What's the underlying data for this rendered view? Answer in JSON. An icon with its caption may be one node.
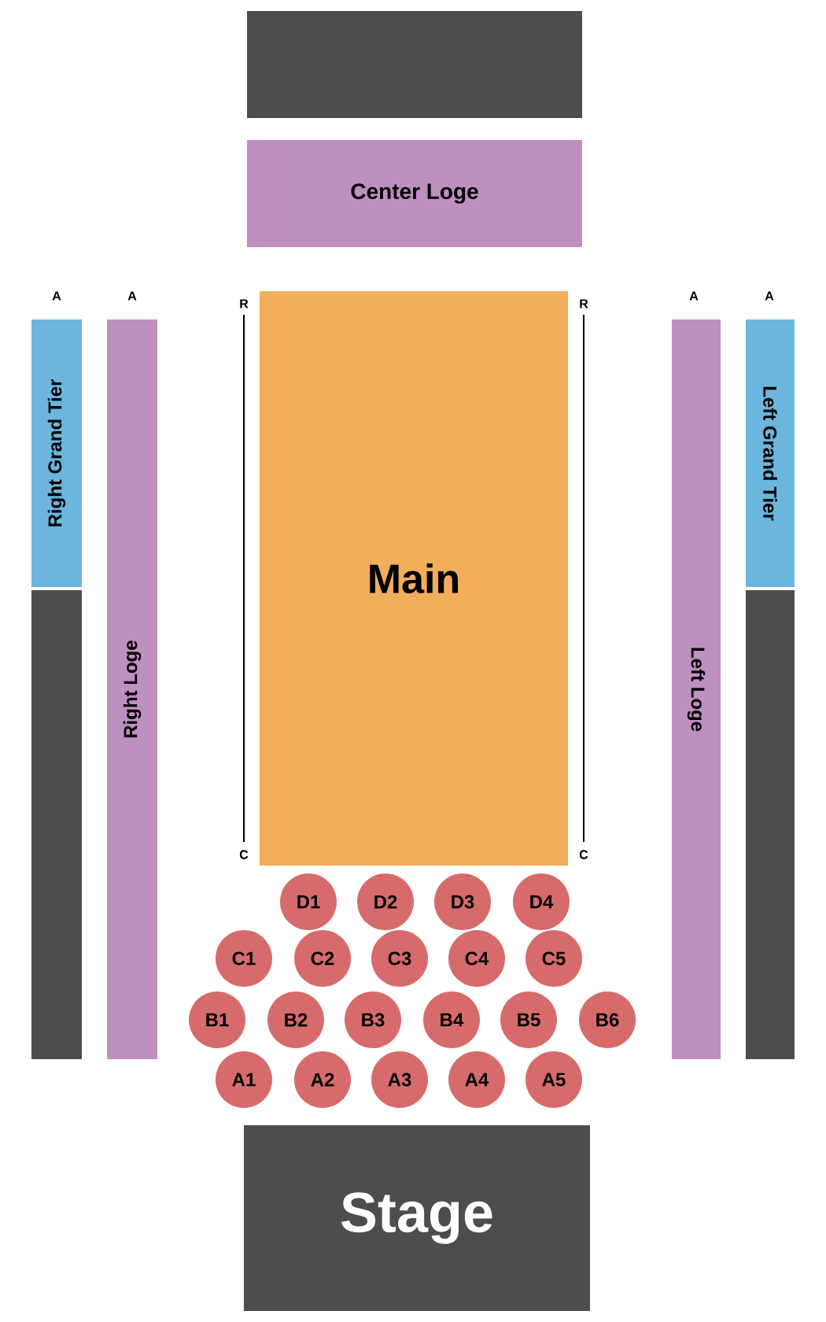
{
  "diagram": {
    "nodes": [
      {
        "text": [],
        "shape": "box"
      },
      {
        "text": [
          "Center Loge"
        ]
      },
      {
        "text": [
          "Right Grand Tier"
        ]
      },
      {
        "text": [
          "Right Loge"
        ]
      },
      {
        "text": [
          "Main"
        ]
      },
      {
        "text": [
          "Left Loge"
        ]
      },
      {
        "text": [
          "Left Grand Tier"
        ]
      },
      {
        "text": [],
        "shape": "box"
      },
      {
        "text": [],
        "shape": "box"
      },
      {
        "text": [
          "D1"
        ]
      },
      {
        "text": [
          "D2"
        ]
      },
      {
        "text": [
          "D3"
        ]
      },
      {
        "text": [
          "D4"
        ]
      },
      {
        "text": [
          "C1"
        ]
      },
      {
        "text": [
          "C2"
        ]
      },
      {
        "text": [
          "C3"
        ]
      },
      {
        "text": [
          "C4"
        ]
      },
      {
        "text": [
          "C5"
        ]
      },
      {
        "text": [
          "B1"
        ]
      },
      {
        "text": [
          "B2"
        ]
      },
      {
        "text": [
          "B3"
        ]
      },
      {
        "text": [
          "B4"
        ]
      },
      {
        "text": [
          "B5"
        ]
      },
      {
        "text": [
          "B6"
        ]
      },
      {
        "text": [
          "A1"
        ]
      },
      {
        "text": [
          "A2"
        ]
      },
      {
        "text": [
          "A3"
        ]
      },
      {
        "text": [
          "A4"
        ]
      },
      {
        "text": [
          "A5"
        ]
      },
      {
        "text": [
          "Stage"
        ]
      }
    ],
    "labels": [
      "A",
      "A",
      "R",
      "R",
      "A",
      "A",
      "C",
      "C"
    ]
  }
}
